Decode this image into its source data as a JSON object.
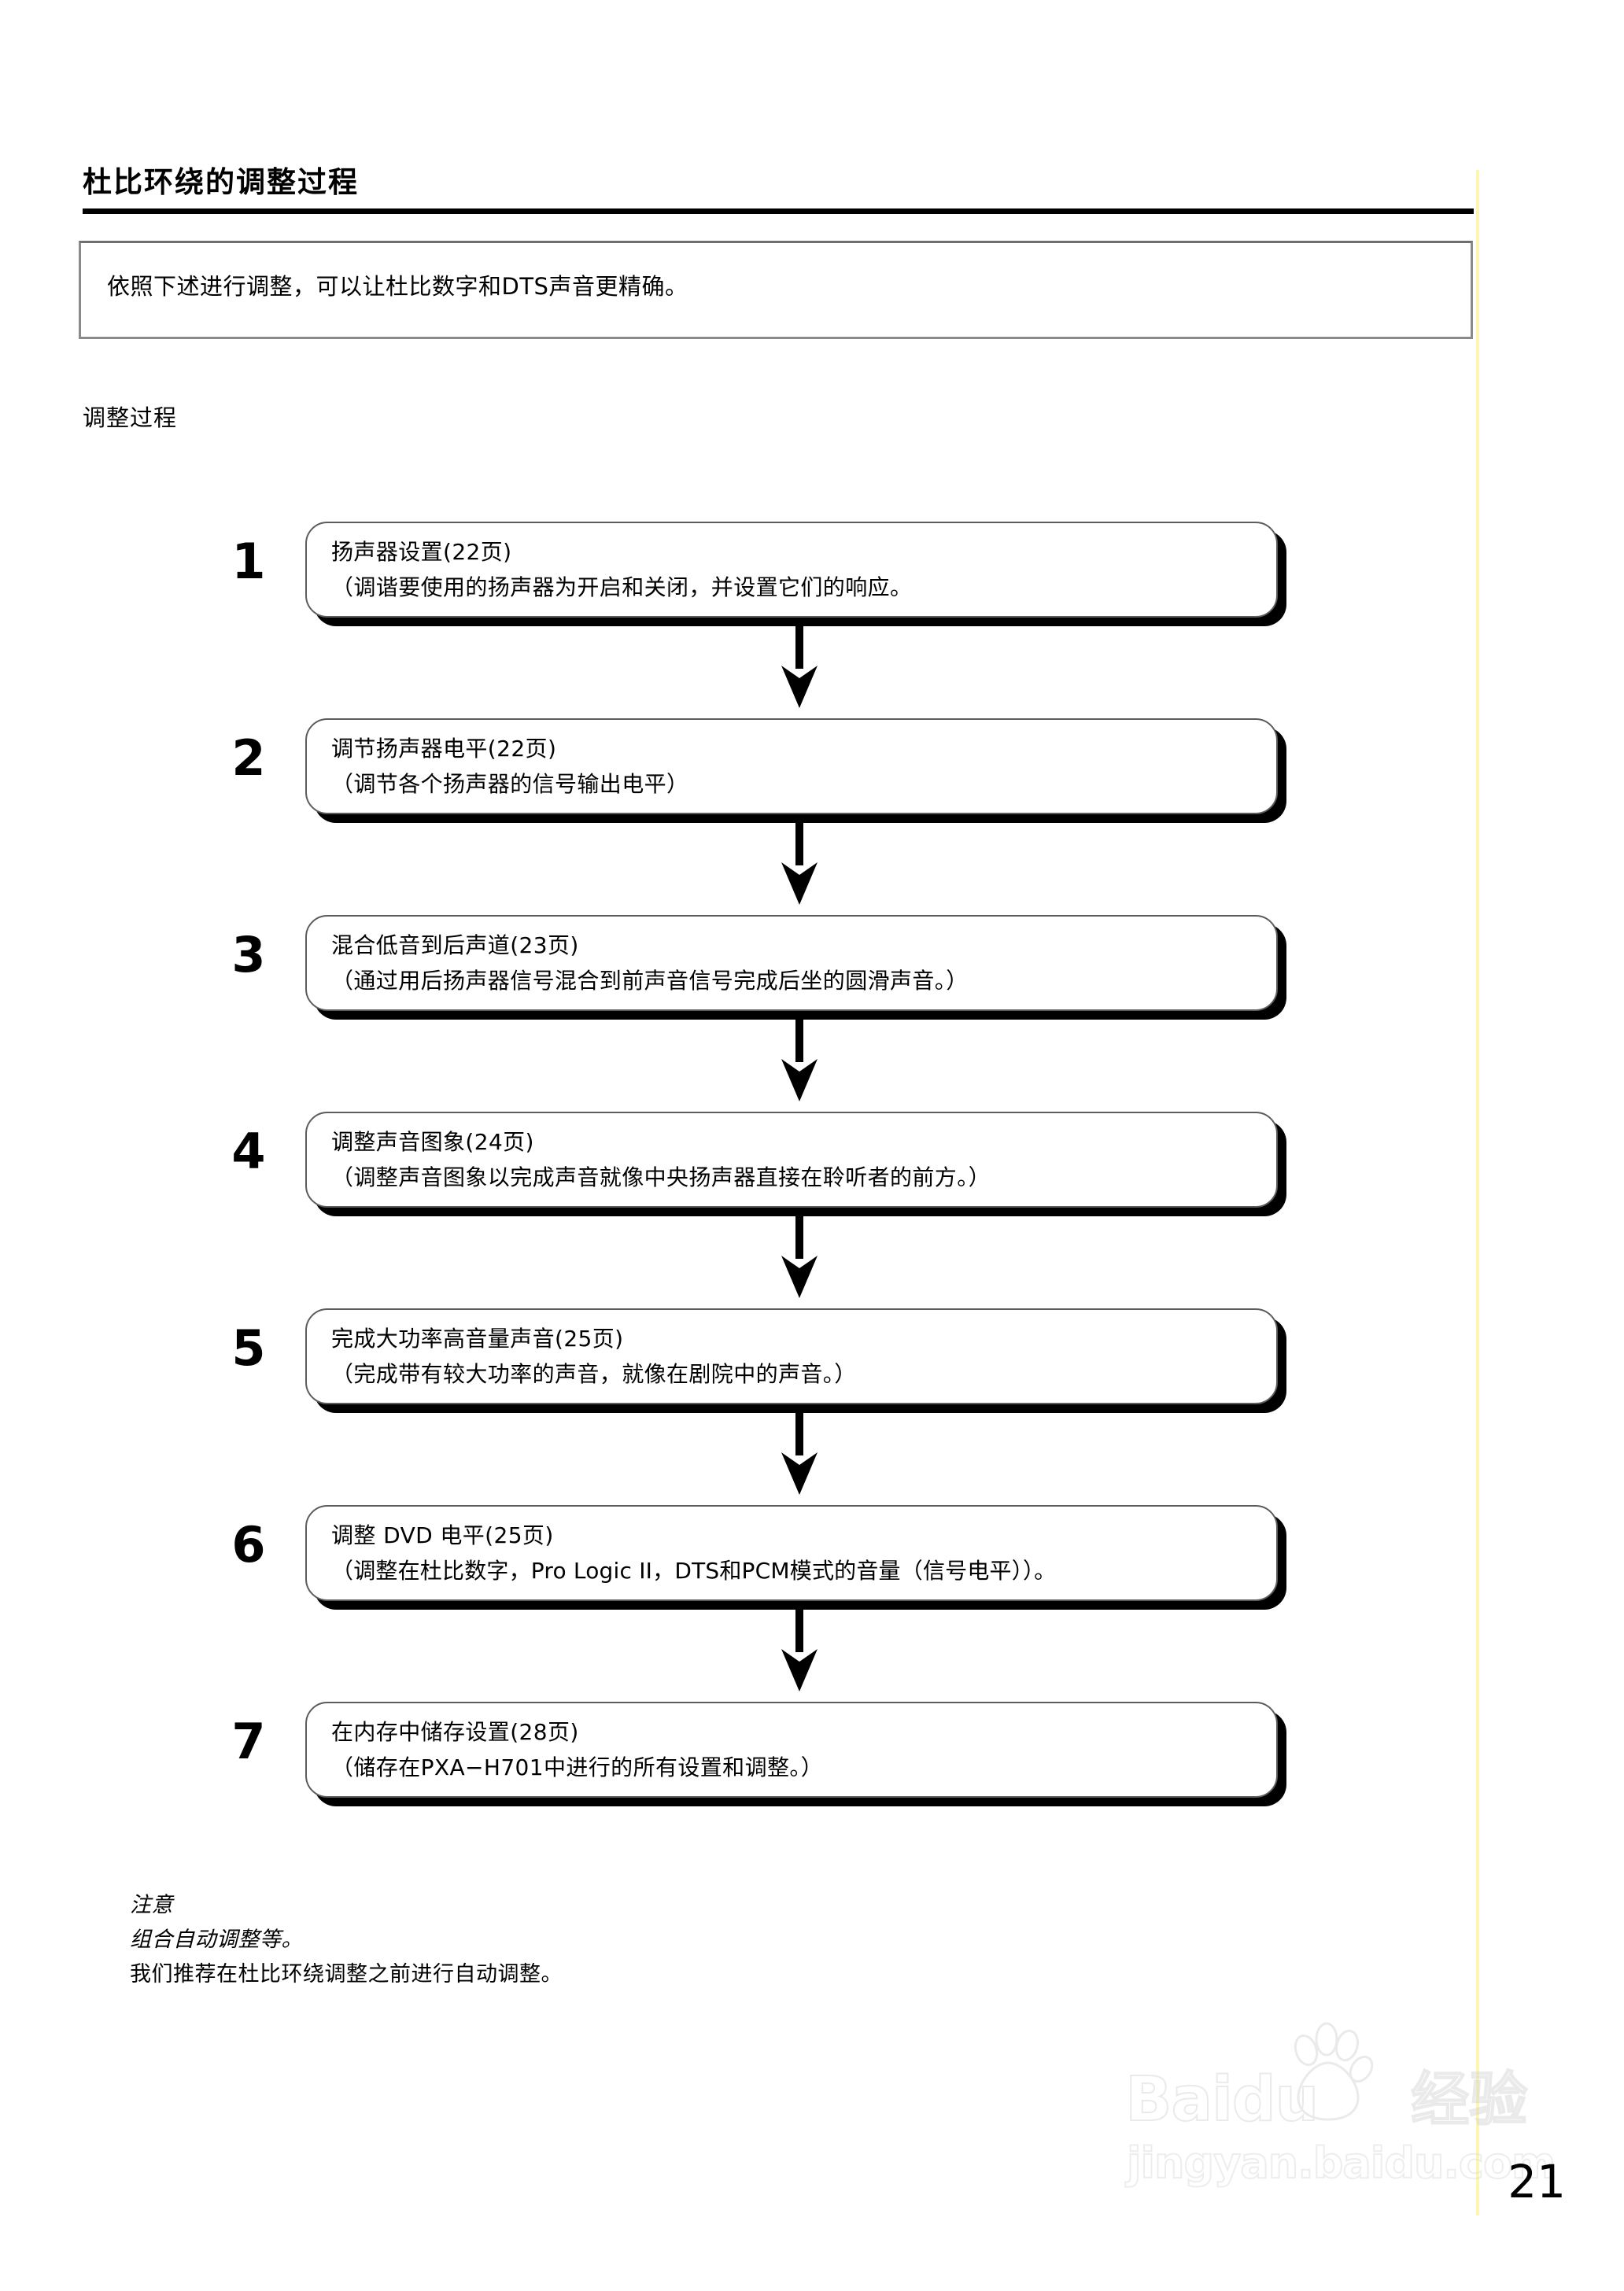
{
  "document": {
    "title": "杜比环绕的调整过程",
    "intro_note": "依照下述进行调整，可以让杜比数字和DTS声音更精确。",
    "section_label": "调整过程",
    "page_number": "21"
  },
  "flow": {
    "arrow_icon": "down-arrow-icon",
    "steps": [
      {
        "number": "1",
        "heading": "扬声器设置(22页)",
        "detail": "（调谐要使用的扬声器为开启和关闭，并设置它们的响应。"
      },
      {
        "number": "2",
        "heading": "调节扬声器电平(22页)",
        "detail": "（调节各个扬声器的信号输出电平）"
      },
      {
        "number": "3",
        "heading": "混合低音到后声道(23页)",
        "detail": "（通过用后扬声器信号混合到前声音信号完成后坐的圆滑声音。）"
      },
      {
        "number": "4",
        "heading": "调整声音图象(24页)",
        "detail": "（调整声音图象以完成声音就像中央扬声器直接在聆听者的前方。）"
      },
      {
        "number": "5",
        "heading": "完成大功率高音量声音(25页)",
        "detail": "（完成带有较大功率的声音，就像在剧院中的声音。）"
      },
      {
        "number": "6",
        "heading": "调整 DVD 电平(25页)",
        "detail": "（调整在杜比数字，Pro Logic II，DTS和PCM模式的音量（信号电平））。"
      },
      {
        "number": "7",
        "heading": "在内存中储存设置(28页)",
        "detail": "（储存在PXA−H701中进行的所有设置和调整。）"
      }
    ]
  },
  "notes": {
    "title": "注意",
    "line1": "组合自动调整等。",
    "line2": "我们推荐在杜比环绕调整之前进行自动调整。"
  },
  "watermark": {
    "brand": "Bai",
    "brand_tail": "du",
    "brand_cn": "经验",
    "url": "jingyan.baidu.com",
    "paw_icon": "paw-print-icon"
  },
  "colors": {
    "text": "#000000",
    "box_border": "#5c5c5c",
    "box_shadow": "#000000",
    "intro_border": "#8a8a8a",
    "guide_line": "#fcf5a8",
    "watermark": "#d6d6d6"
  }
}
